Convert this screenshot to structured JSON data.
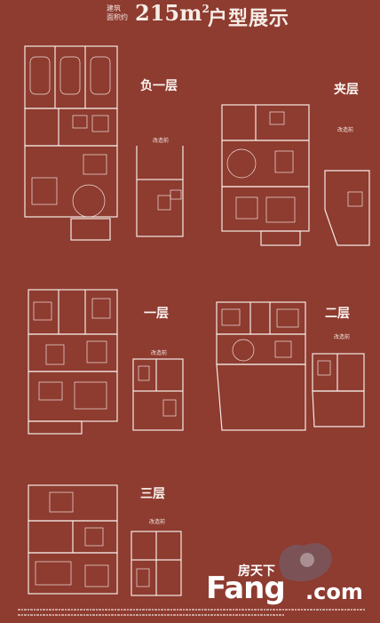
{
  "header": {
    "small_label_top": "建筑",
    "small_label_bottom": "面积约",
    "area_value": "215m",
    "area_sup": "2",
    "title": "户型展示"
  },
  "floors": {
    "basement": {
      "label": "负一层",
      "note": "改造前"
    },
    "mezzanine": {
      "label": "夹层",
      "note": "改造前"
    },
    "first": {
      "label": "一层",
      "note": "改造前"
    },
    "second": {
      "label": "二层",
      "note": "改造前"
    },
    "third": {
      "label": "三层",
      "note": "改造前"
    }
  },
  "watermark": {
    "cn": "房天下",
    "fang": "Fang",
    "com": ".com"
  },
  "colors": {
    "board": "#8e3b30",
    "line": "#f4eae4"
  }
}
